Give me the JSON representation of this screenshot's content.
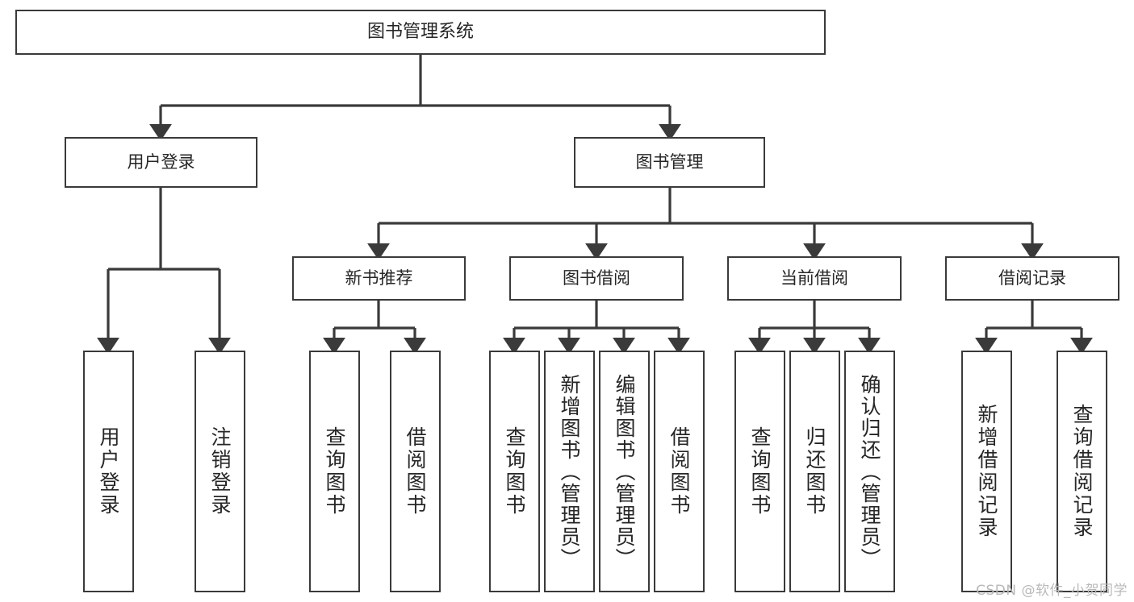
{
  "diagram": {
    "title": "图书管理系统",
    "type": "tree",
    "style": {
      "box_border_color": "#3a3a3a",
      "box_fill": "#ffffff",
      "edge_color": "#3a3a3a",
      "text_color": "#262626",
      "background": "#ffffff"
    },
    "levels": {
      "root": {
        "label": "图书管理系统"
      },
      "level2": [
        {
          "label": "用户登录"
        },
        {
          "label": "图书管理"
        }
      ],
      "level3": [
        {
          "label": "新书推荐"
        },
        {
          "label": "图书借阅"
        },
        {
          "label": "当前借阅"
        },
        {
          "label": "借阅记录"
        }
      ],
      "leaves": [
        {
          "label": "用户登录",
          "parent": "用户登录"
        },
        {
          "label": "注销登录",
          "parent": "用户登录"
        },
        {
          "label": "查询图书",
          "parent": "新书推荐"
        },
        {
          "label": "借阅图书",
          "parent": "新书推荐"
        },
        {
          "label": "查询图书",
          "parent": "图书借阅"
        },
        {
          "label": "新增图书（管理员）",
          "parent": "图书借阅"
        },
        {
          "label": "编辑图书（管理员）",
          "parent": "图书借阅"
        },
        {
          "label": "借阅图书",
          "parent": "图书借阅"
        },
        {
          "label": "查询图书",
          "parent": "当前借阅"
        },
        {
          "label": "归还图书",
          "parent": "当前借阅"
        },
        {
          "label": "确认归还（管理员）",
          "parent": "当前借阅"
        },
        {
          "label": "新增借阅记录",
          "parent": "借阅记录"
        },
        {
          "label": "查询借阅记录",
          "parent": "借阅记录"
        }
      ]
    }
  },
  "watermark": {
    "text": "CSDN @软件_小贺同学"
  }
}
